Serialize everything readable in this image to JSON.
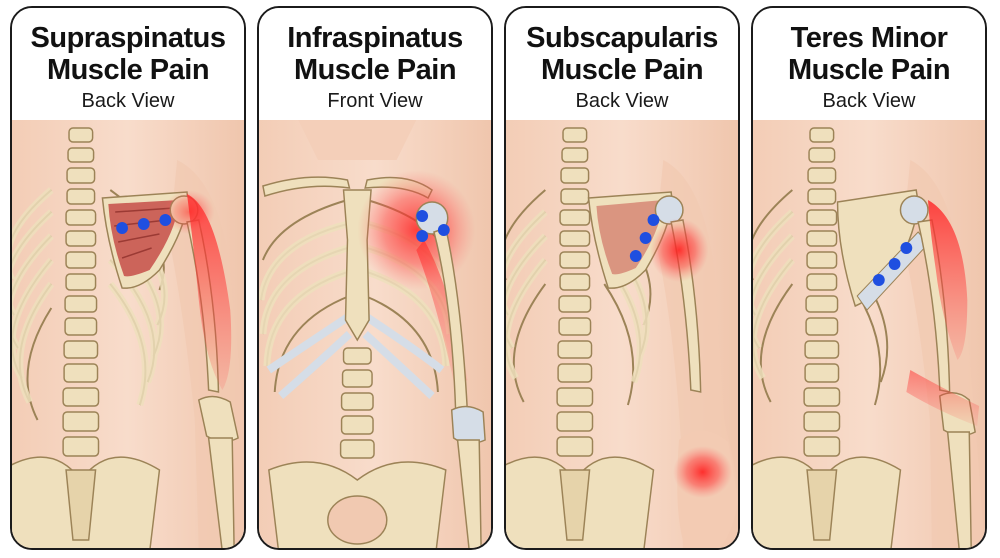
{
  "panels": [
    {
      "title_line1": "Supraspinatus",
      "title_line2": "Muscle Pain",
      "view": "Back View"
    },
    {
      "title_line1": "Infraspinatus",
      "title_line2": "Muscle Pain",
      "view": "Front View"
    },
    {
      "title_line1": "Subscapularis",
      "title_line2": "Muscle Pain",
      "view": "Back View"
    },
    {
      "title_line1": "Teres Minor",
      "title_line2": "Muscle Pain",
      "view": "Back View"
    }
  ],
  "colors": {
    "skin": "#f6d7c3",
    "bone": "#efe0bd",
    "bone_outline": "#9c8357",
    "cartilage": "#d5dde7",
    "muscle": "#c8574f",
    "pain": "#ff2a2a",
    "trigger_point": "#1f4fe0"
  },
  "icons": [
    "spine-icon",
    "rib-cage-icon",
    "scapula-icon",
    "humerus-icon",
    "pelvis-icon",
    "trigger-point-icon",
    "pain-zone-icon"
  ]
}
